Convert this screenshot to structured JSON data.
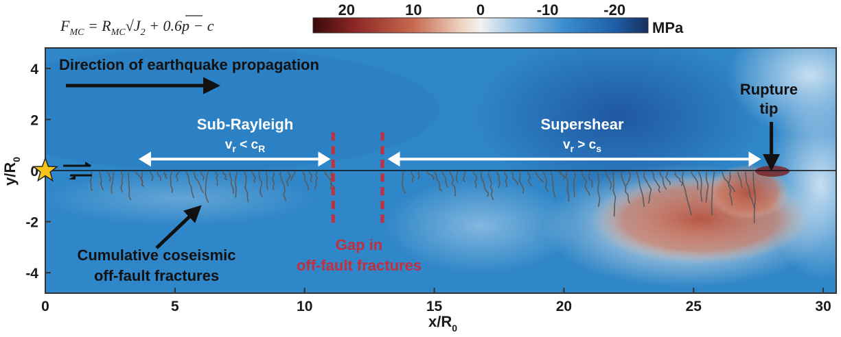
{
  "chart_data": {
    "type": "heatmap",
    "title_formula": "F_MC = R_MC √J₂ + 0.6p − c",
    "formula_parts": {
      "f": "F",
      "f_sub": "MC",
      "eq": " = R",
      "r_sub": "MC",
      "sqrt": "√",
      "j": "J",
      "j_sub": "2",
      "rest": " + 0.6p − c"
    },
    "colorbar": {
      "unit": "MPa",
      "ticks": [
        20,
        10,
        0,
        -10,
        -20
      ],
      "range": [
        25,
        -25
      ],
      "colormap": [
        "#3b0a0a",
        "#8b2525",
        "#c86a4f",
        "#f0d8c8",
        "#f2f2f2",
        "#9ec6e6",
        "#3a8dd0",
        "#1f5fa8",
        "#16305e"
      ]
    },
    "xaxis": {
      "label": "x/R",
      "label_sub": "0",
      "range": [
        0,
        30.5
      ],
      "ticks": [
        0,
        5,
        10,
        15,
        20,
        25,
        30
      ]
    },
    "yaxis": {
      "label": "y/R",
      "label_sub": "0",
      "range": [
        -4.8,
        4.8
      ],
      "ticks": [
        4,
        2,
        0,
        -2,
        -4
      ]
    },
    "fault_y": 0,
    "hypocenter": {
      "x": 0,
      "y": 0,
      "marker": "star-icon",
      "color": "#f5c518"
    },
    "gap": {
      "x_start": 11.1,
      "x_end": 13.0,
      "color": "#c3303d"
    },
    "regimes": [
      {
        "name": "Sub-Rayleigh",
        "relation": "v",
        "relation_sub": "r",
        "relation_op": " < c",
        "relation_sub2": "R",
        "x_start": 3.6,
        "x_end": 11.0
      },
      {
        "name": "Supershear",
        "relation": "v",
        "relation_sub": "r",
        "relation_op": " > c",
        "relation_sub2": "s",
        "x_start": 13.2,
        "x_end": 27.6
      }
    ],
    "rupture_tip_x": 28.0,
    "annotations": {
      "propagation": "Direction of earthquake propagation",
      "rupture_tip_line1": "Rupture",
      "rupture_tip_line2": "tip",
      "fractures_line1": "Cumulative coseismic",
      "fractures_line2": "off-fault fractures",
      "gap_line1": "Gap in",
      "gap_line2": "off-fault fractures"
    }
  }
}
